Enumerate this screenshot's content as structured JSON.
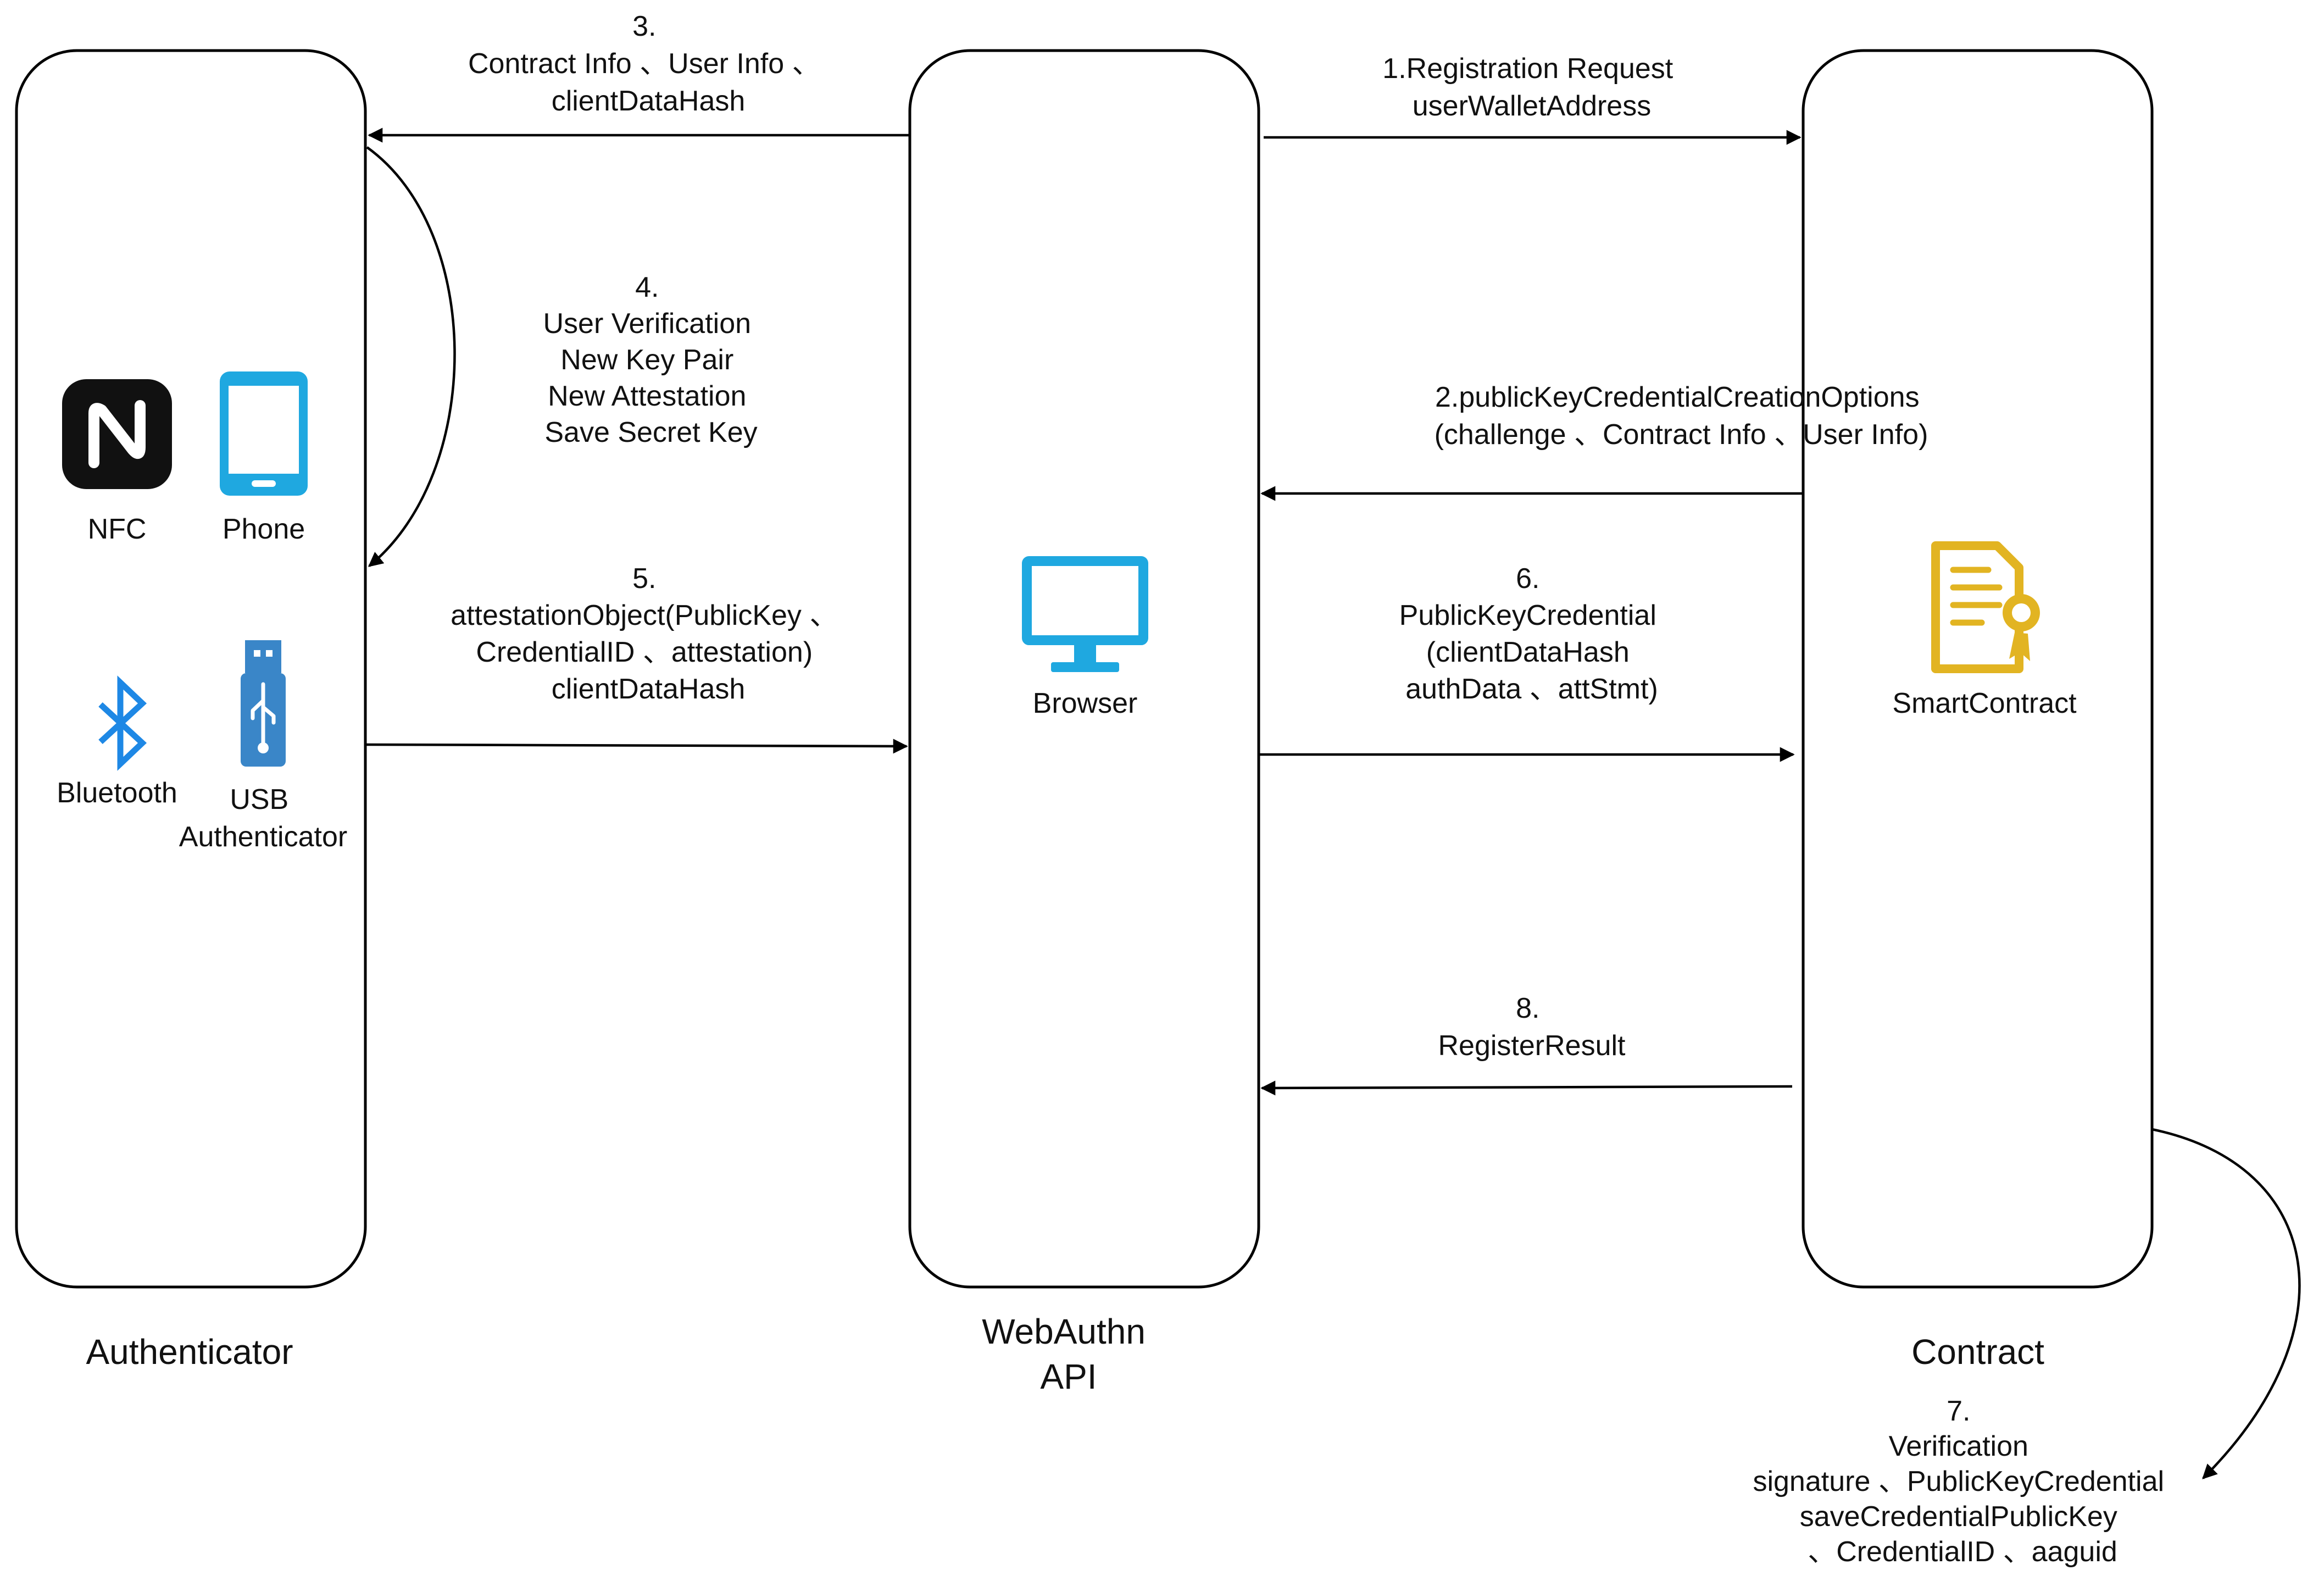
{
  "columns": {
    "authenticator": "Authenticator",
    "webauthn": [
      "WebAuthn",
      "API"
    ],
    "contract": "Contract"
  },
  "icons": {
    "nfc": {
      "label": "NFC",
      "icon": "nfc-icon",
      "color": "#111111"
    },
    "phone": {
      "label": "Phone",
      "icon": "smartphone-icon",
      "color": "#1fa8e0"
    },
    "bluetooth": {
      "label": "Bluetooth",
      "icon": "bluetooth-icon",
      "color": "#1e88e5"
    },
    "usb": {
      "label": [
        "USB",
        "Authenticator"
      ],
      "icon": "usb-drive-icon",
      "color": "#3a86c8"
    },
    "browser": {
      "label": "Browser",
      "icon": "monitor-icon",
      "color": "#1fa8e0"
    },
    "smartcontract": {
      "label": "SmartContract",
      "icon": "certificate-icon",
      "color": "#e2b422"
    }
  },
  "steps": {
    "s1": [
      "1.Registration Request",
      "userWalletAddress"
    ],
    "s2": [
      "2.publicKeyCredentialCreationOptions",
      "(challenge 、Contract Info 、User Info)"
    ],
    "s3": [
      "3.",
      "Contract Info 、User Info 、",
      "clientDataHash"
    ],
    "s4": [
      "4.",
      "User Verification",
      "New Key Pair",
      "New Attestation",
      "Save Secret Key"
    ],
    "s5": [
      "5.",
      "attestationObject(PublicKey 、",
      "CredentialID 、attestation)",
      "clientDataHash"
    ],
    "s6": [
      "6.",
      "PublicKeyCredential",
      "(clientDataHash",
      "authData 、attStmt)"
    ],
    "s7": [
      "7.",
      "Verification",
      "signature 、PublicKeyCredential",
      "saveCredentialPublicKey",
      "、CredentialID 、aaguid"
    ],
    "s8": [
      "8.",
      "RegisterResult"
    ]
  }
}
